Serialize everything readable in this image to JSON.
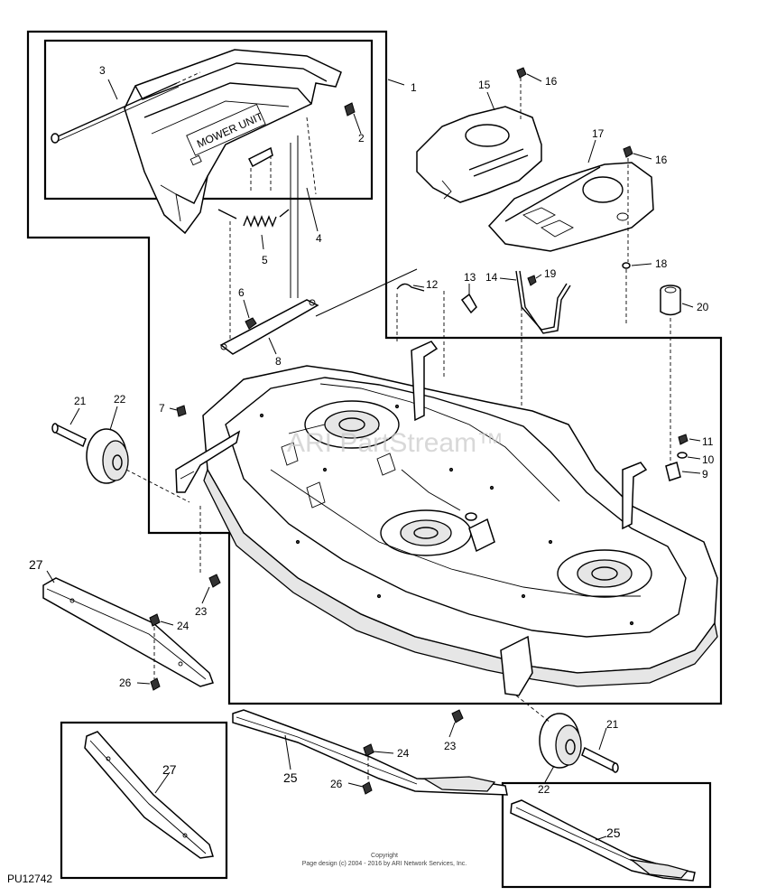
{
  "figure_id": "PU12742",
  "watermark": "ARI PartStream™",
  "copyright": {
    "line1": "Copyright",
    "line2": "Page design (c) 2004 - 2016 by ARI Network Services, Inc."
  },
  "chute_decal_text": "MOWER UNIT",
  "callouts": {
    "c1": "1",
    "c2": "2",
    "c3": "3",
    "c4": "4",
    "c5": "5",
    "c6": "6",
    "c7": "7",
    "c8": "8",
    "c9": "9",
    "c10": "10",
    "c11": "11",
    "c12": "12",
    "c13": "13",
    "c14": "14",
    "c15": "15",
    "c16a": "16",
    "c16b": "16",
    "c17": "17",
    "c18": "18",
    "c19": "19",
    "c20": "20",
    "c21a": "21",
    "c21b": "21",
    "c22a": "22",
    "c22b": "22",
    "c23a": "23",
    "c23b": "23",
    "c24a": "24",
    "c24b": "24",
    "c25a": "25",
    "c25b": "25",
    "c26a": "26",
    "c26b": "26",
    "c27a": "27",
    "c27b": "27"
  }
}
